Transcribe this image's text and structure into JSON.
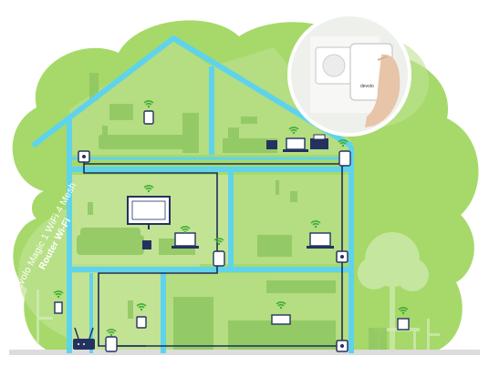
{
  "label": {
    "product": "devolo Magic 1 WiFi 4 Mesh",
    "device": "Router Wi-Fi"
  },
  "inset_device": {
    "brand_text": "devolo"
  },
  "colors": {
    "background": "#ffffff",
    "cloud": "#a6d96a",
    "cloud_light": "#c6e79d",
    "wall": "#5fd3ec",
    "cable": "#1e2d5a",
    "room_fill": "#b5dd82",
    "furniture": "#8fc760",
    "device": "#243260",
    "wifi": "#3fae33",
    "ground": "#d8d8d8"
  }
}
